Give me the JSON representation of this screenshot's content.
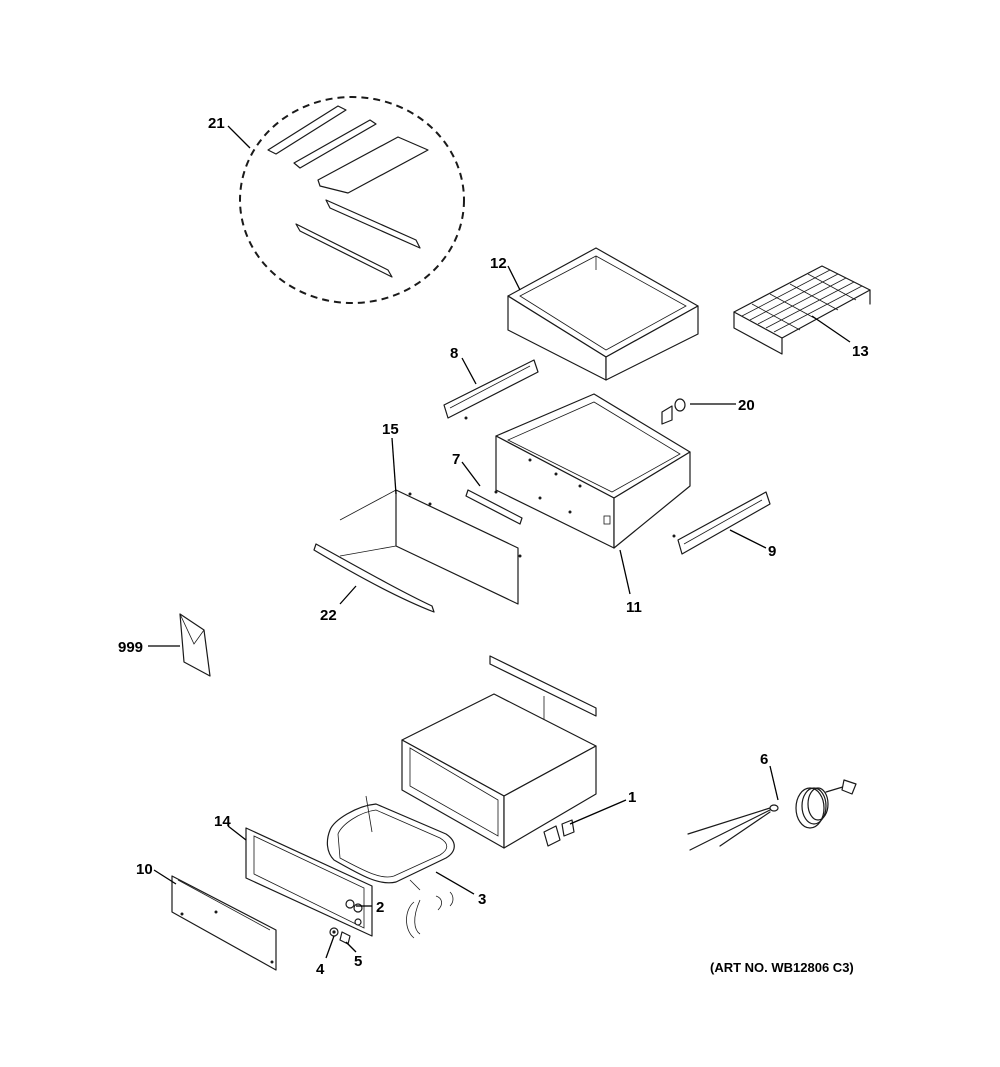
{
  "diagram": {
    "art_number": "(ART NO. WB12806 C3)",
    "callouts": [
      {
        "id": "21",
        "label": "21"
      },
      {
        "id": "12",
        "label": "12"
      },
      {
        "id": "13",
        "label": "13"
      },
      {
        "id": "8",
        "label": "8"
      },
      {
        "id": "20",
        "label": "20"
      },
      {
        "id": "15",
        "label": "15"
      },
      {
        "id": "7",
        "label": "7"
      },
      {
        "id": "9",
        "label": "9"
      },
      {
        "id": "22",
        "label": "22"
      },
      {
        "id": "11",
        "label": "11"
      },
      {
        "id": "999",
        "label": "999"
      },
      {
        "id": "6",
        "label": "6"
      },
      {
        "id": "1",
        "label": "1"
      },
      {
        "id": "14",
        "label": "14"
      },
      {
        "id": "10",
        "label": "10"
      },
      {
        "id": "2",
        "label": "2"
      },
      {
        "id": "3",
        "label": "3"
      },
      {
        "id": "4",
        "label": "4"
      },
      {
        "id": "5",
        "label": "5"
      }
    ]
  }
}
